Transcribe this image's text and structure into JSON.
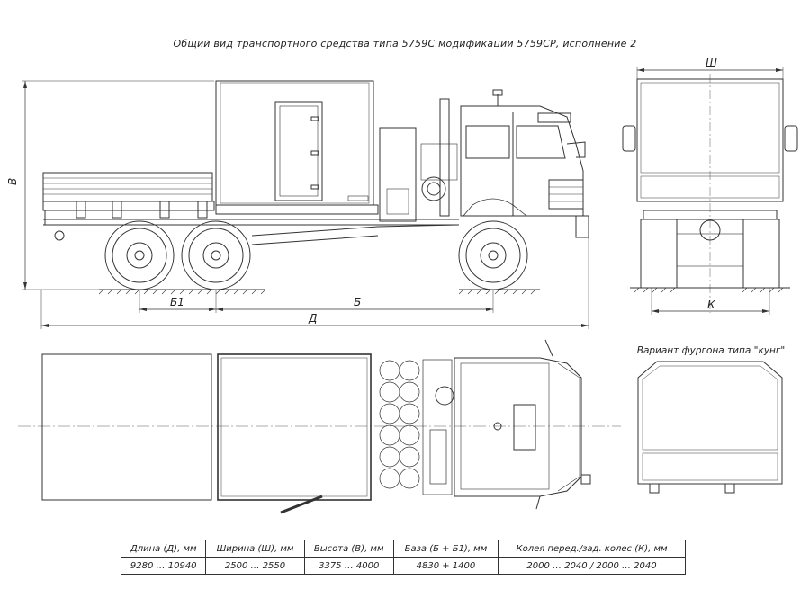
{
  "title": "Общий вид транспортного средства типа 5759С модификации 5759СР, исполнение 2",
  "dimensions": {
    "length": "Д",
    "width": "Ш",
    "height": "В",
    "base": "Б",
    "base1": "Б1",
    "track": "К"
  },
  "kung_caption": "Вариант фургона типа \"кунг\"",
  "specs": {
    "headers": [
      "Длина (Д), мм",
      "Ширина (Ш), мм",
      "Высота (В), мм",
      "База (Б + Б1), мм",
      "Колея перед./зад. колес (К), мм"
    ],
    "values": [
      "9280 … 10940",
      "2500 … 2550",
      "3375 … 4000",
      "4830 + 1400",
      "2000 … 2040 / 2000 … 2040"
    ]
  }
}
